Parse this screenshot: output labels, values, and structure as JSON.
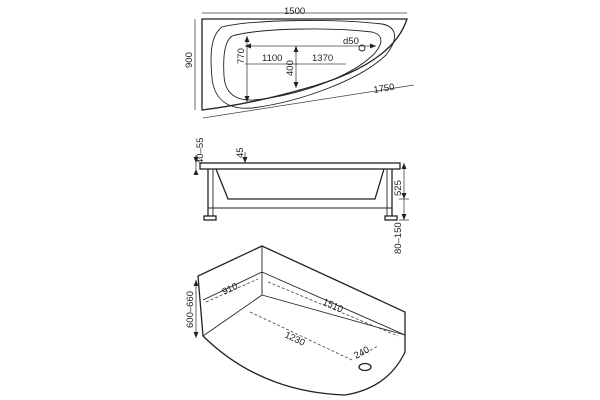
{
  "top_view": {
    "width_1500": "1500",
    "height_900": "900",
    "diagonal_1750": "1750",
    "inner_1370": "1370",
    "inner_1100": "1100",
    "depth_770": "770",
    "depth_400": "400",
    "drain_d50": "d50"
  },
  "side_view": {
    "rim_40_55": "40–55",
    "lip_45": "45",
    "height_525": "525",
    "legs_80_150": "80–150"
  },
  "iso_view": {
    "side_910": "910",
    "front_1510": "1510",
    "height_600_660": "600–660",
    "bottom_1230": "1230",
    "drain_240": "240"
  }
}
